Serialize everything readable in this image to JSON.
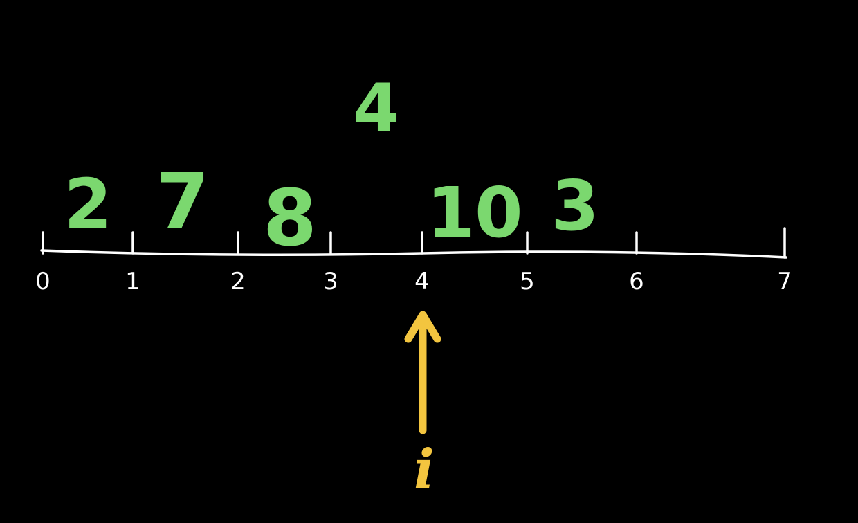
{
  "number_line": {
    "tick_labels": [
      "0",
      "1",
      "2",
      "3",
      "4",
      "5",
      "6",
      "7"
    ],
    "line_color": "#ffffff"
  },
  "array_values": {
    "color": "#7bd86f",
    "items": [
      {
        "text": "2",
        "between": [
          0,
          1
        ]
      },
      {
        "text": "7",
        "between": [
          1,
          2
        ]
      },
      {
        "text": "8",
        "between": [
          2,
          3
        ]
      },
      {
        "text": "4",
        "between": [
          3,
          4
        ],
        "lifted": true
      },
      {
        "text": "10",
        "between": [
          4,
          5
        ]
      },
      {
        "text": "3",
        "between": [
          5,
          6
        ]
      }
    ]
  },
  "pointer": {
    "label": "i",
    "at_index": 4,
    "color": "#f3c53f",
    "icon": "up-arrow-icon"
  }
}
